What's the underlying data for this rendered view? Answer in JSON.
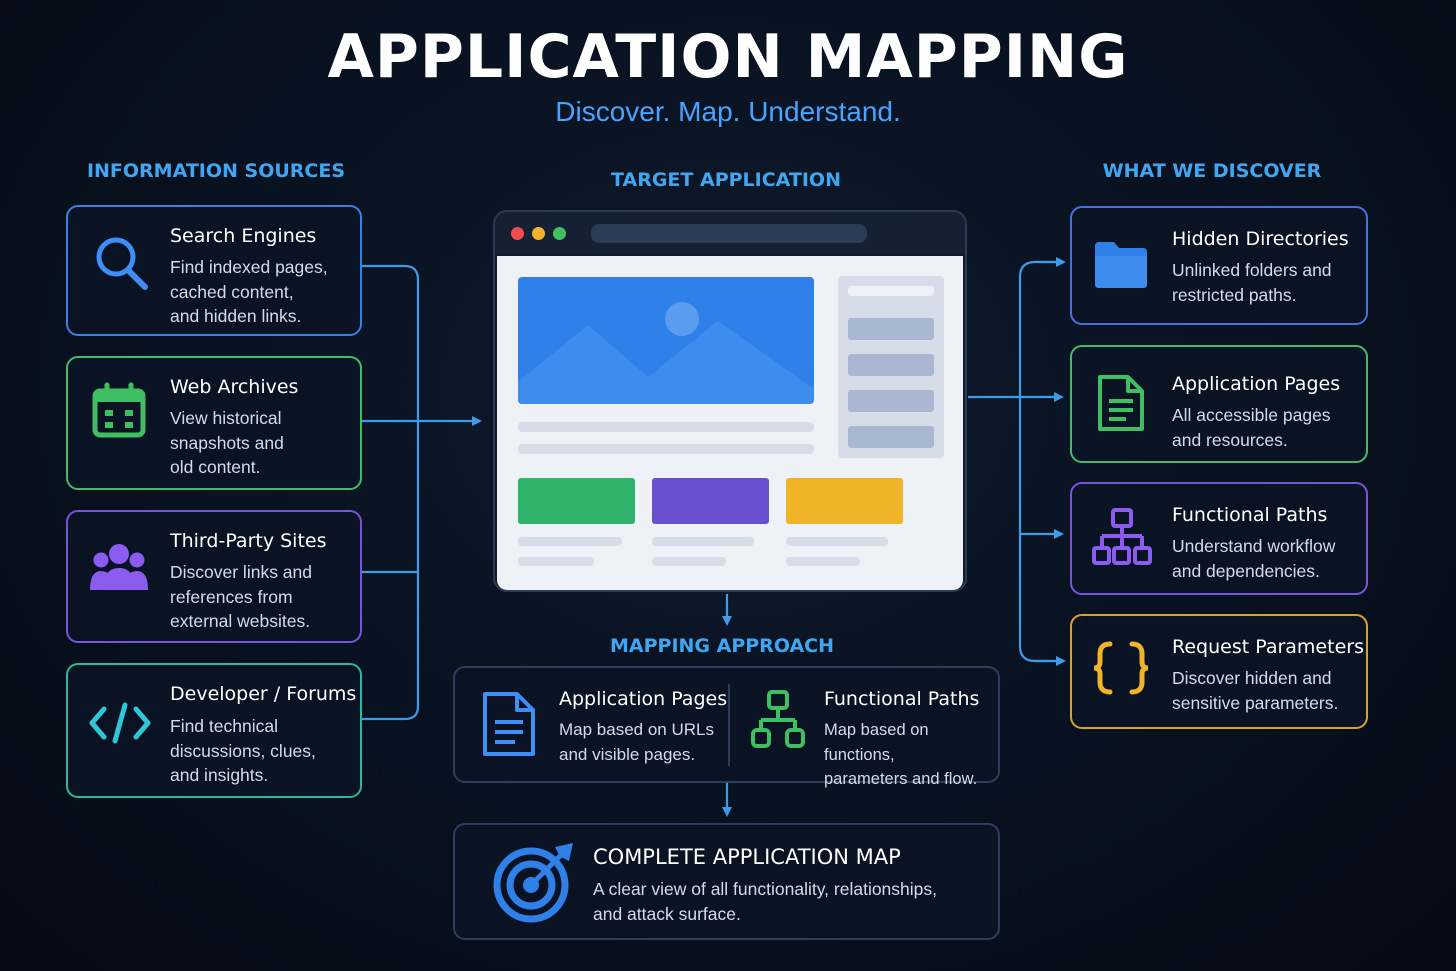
{
  "header": {
    "title": "APPLICATION MAPPING",
    "subtitle": "Discover. Map. Understand."
  },
  "sections": {
    "sources": "INFORMATION SOURCES",
    "target": "TARGET APPLICATION",
    "discover": "WHAT WE DISCOVER",
    "approach": "MAPPING APPROACH"
  },
  "sources": [
    {
      "title": "Search Engines",
      "lines": [
        "Find indexed pages,",
        "cached content,",
        "and hidden links."
      ],
      "icon": "search-icon",
      "color": "#3d8ef5"
    },
    {
      "title": "Web Archives",
      "lines": [
        "View historical",
        "snapshots and",
        "old content."
      ],
      "icon": "calendar-icon",
      "color": "#3fbf62"
    },
    {
      "title": "Third-Party Sites",
      "lines": [
        "Discover links and",
        "references from",
        "external websites."
      ],
      "icon": "users-icon",
      "color": "#8a5cf0"
    },
    {
      "title": "Developer / Forums",
      "lines": [
        "Find technical",
        "discussions, clues,",
        "and insights."
      ],
      "icon": "code-icon",
      "color": "#2fc6a8"
    }
  ],
  "discoveries": [
    {
      "title": "Hidden Directories",
      "lines": [
        "Unlinked folders and",
        "restricted paths."
      ],
      "icon": "folder-icon",
      "color": "#4f7ef0"
    },
    {
      "title": "Application Pages",
      "lines": [
        "All accessible pages",
        "and resources."
      ],
      "icon": "document-icon",
      "color": "#3fbf62"
    },
    {
      "title": "Functional Paths",
      "lines": [
        "Understand workflow",
        "and dependencies."
      ],
      "icon": "flow-icon",
      "color": "#8a5cf0"
    },
    {
      "title": "Request Parameters",
      "lines": [
        "Discover hidden and",
        "sensitive parameters."
      ],
      "icon": "braces-icon",
      "color": "#f0b429"
    }
  ],
  "approach": [
    {
      "title": "Application Pages",
      "lines": [
        "Map based on URLs",
        "and visible pages."
      ],
      "icon": "document-icon"
    },
    {
      "title": "Functional Paths",
      "lines": [
        "Map based on functions,",
        "parameters and flow."
      ],
      "icon": "flow-icon"
    }
  ],
  "result": {
    "title": "COMPLETE APPLICATION MAP",
    "lines": [
      "A clear view of all functionality, relationships,",
      "and attack surface."
    ],
    "icon": "target-icon"
  },
  "colors": {
    "accent": "#41a6f2",
    "connector": "#3e9be8",
    "background": "#08111f"
  }
}
